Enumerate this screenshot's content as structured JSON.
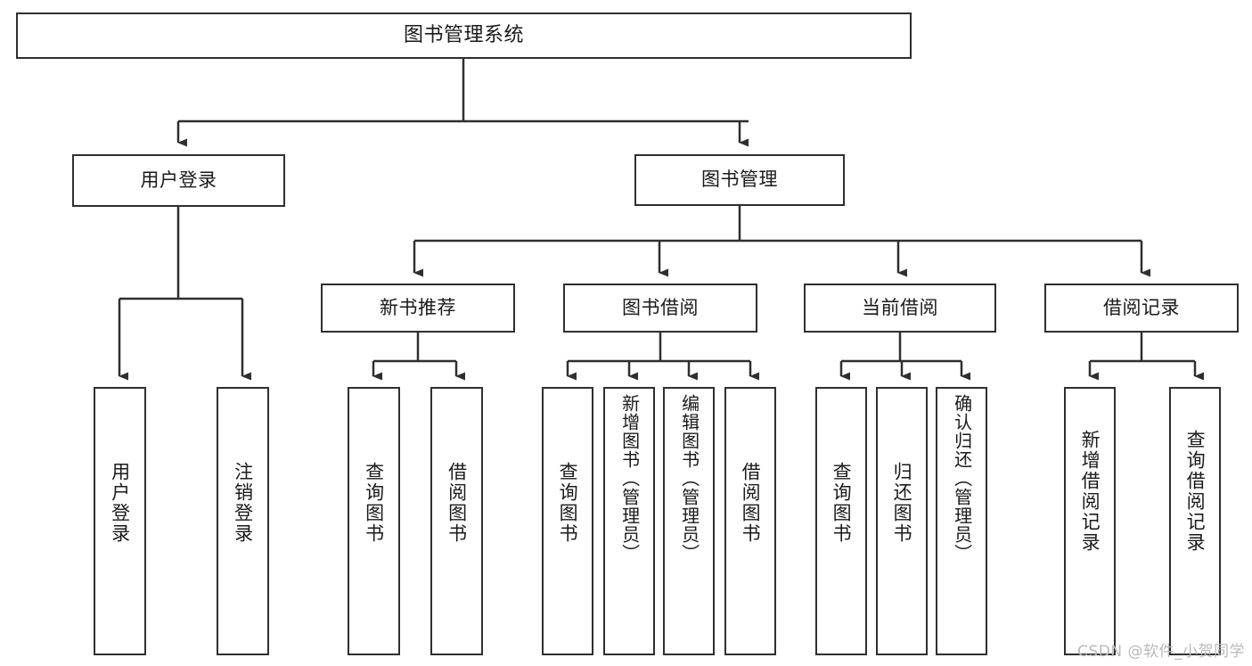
{
  "diagram": {
    "type": "tree",
    "title": "图书管理系统",
    "watermark": "CSDN @软件_小贺同学",
    "colors": {
      "background": "#ffffff",
      "stroke": "#2f2f2f",
      "text": "#1a1a1a",
      "watermark": "#b9b9b9"
    },
    "nodes": {
      "root": {
        "label": "图书管理系统"
      },
      "level2": [
        {
          "id": "user-login",
          "label": "用户登录"
        },
        {
          "id": "book-manage",
          "label": "图书管理"
        }
      ],
      "level3": [
        {
          "id": "new-book-recommend",
          "label": "新书推荐"
        },
        {
          "id": "book-borrow",
          "label": "图书借阅"
        },
        {
          "id": "current-borrow",
          "label": "当前借阅"
        },
        {
          "id": "borrow-record",
          "label": "借阅记录"
        }
      ],
      "leaves": {
        "user-login": [
          {
            "id": "leaf-user-login",
            "label": "用户登录"
          },
          {
            "id": "leaf-logout-login",
            "label": "注销登录"
          }
        ],
        "new-book-recommend": [
          {
            "id": "leaf-query-book-1",
            "label": "查询图书"
          },
          {
            "id": "leaf-borrow-book-1",
            "label": "借阅图书"
          }
        ],
        "book-borrow": [
          {
            "id": "leaf-query-book-2",
            "label": "查询图书"
          },
          {
            "id": "leaf-add-book-admin",
            "label": "新增图书（管理员）"
          },
          {
            "id": "leaf-edit-book-admin",
            "label": "编辑图书（管理员）"
          },
          {
            "id": "leaf-borrow-book-2",
            "label": "借阅图书"
          }
        ],
        "current-borrow": [
          {
            "id": "leaf-query-book-3",
            "label": "查询图书"
          },
          {
            "id": "leaf-return-book",
            "label": "归还图书"
          },
          {
            "id": "leaf-confirm-return-admin",
            "label": "确认归还（管理员）"
          }
        ],
        "borrow-record": [
          {
            "id": "leaf-add-borrow-record",
            "label": "新增借阅记录"
          },
          {
            "id": "leaf-query-borrow-record",
            "label": "查询借阅记录"
          }
        ]
      }
    }
  }
}
